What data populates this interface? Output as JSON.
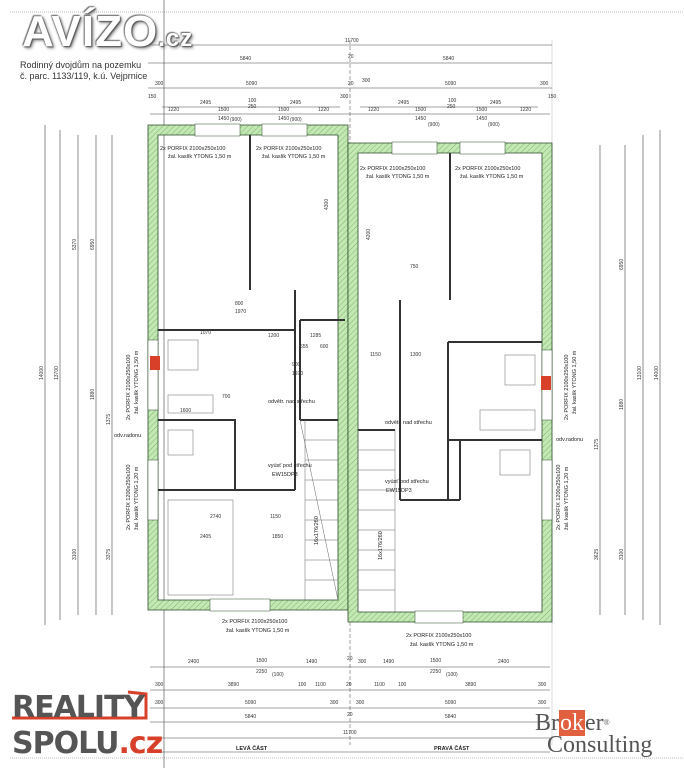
{
  "header": {
    "logo_main": "AVÍZO",
    "logo_suffix": ".cz",
    "subtitle_line1": "Rodinný dvojdům na pozemku",
    "subtitle_line2": "č. parc. 1133/119, k.ú. Vejprnice"
  },
  "dimensions": {
    "top_total": "11700",
    "top_halves": [
      "5840",
      "20",
      "5840"
    ],
    "top_row3": [
      "150",
      "300",
      "5090",
      "300",
      "20",
      "300",
      "5090",
      "300",
      "150"
    ],
    "top_row4": [
      "2495",
      "100",
      "2495",
      "2495",
      "100",
      "2495"
    ],
    "top_row5": [
      "1220",
      "1500",
      "1450",
      "(900)",
      "250",
      "1500",
      "1450",
      "(900)",
      "1220",
      "1220",
      "1500",
      "1450",
      "(900)",
      "250",
      "1500",
      "1450",
      "(900)",
      "1220"
    ],
    "bottom_row1": [
      "2400",
      "1500",
      "2250",
      "(100)",
      "1490",
      "20",
      "300",
      "1490",
      "1500",
      "2250",
      "(100)",
      "2400"
    ],
    "bottom_row2": [
      "300",
      "3890",
      "100",
      "1100",
      "20",
      "1100",
      "100",
      "3890",
      "300"
    ],
    "bottom_row3": [
      "300",
      "5090",
      "300",
      "300",
      "5090",
      "300"
    ],
    "bottom_row4": [
      "5840",
      "20",
      "5840"
    ],
    "bottom_total": "11700",
    "left_side": [
      "14000",
      "13700",
      "5370",
      "6950",
      "1880",
      "1375",
      "3100",
      "3375"
    ],
    "right_side": [
      "14000",
      "13100",
      "6950",
      "1880",
      "1375",
      "3625",
      "3100"
    ],
    "interior": [
      "800",
      "1970",
      "1200",
      "1285",
      "655",
      "600",
      "900",
      "1970",
      "1070",
      "700",
      "1600",
      "2740",
      "1150",
      "2405",
      "1850",
      "750",
      "1300",
      "1150",
      "4200",
      "4300"
    ]
  },
  "labels": {
    "window_top": "2x PORFIX 2100x250x100",
    "window_sub": "žal. kaslík YTONG 1,50 m",
    "window_side_a": "2x PORFIX 2100x250x100",
    "window_side_sub": "žal. kaslík YTONG 1,50 m",
    "window_side_b": "2x PORFIX 1200x250x100",
    "window_side_b_sub": "žal. kaslík YTONG 1,20 m",
    "vent": "odvětr. nad střechu",
    "outlet": "vyúsť pod střechu",
    "ew": "EW15DP3",
    "radon": "odv.radonu",
    "stairs": "16x176/260"
  },
  "footer": {
    "left_part": "LEVÁ ČÁST",
    "right_part": "PRAVÁ ČÁST",
    "reality_line1": "REALITY",
    "reality_line2": "SPOLU",
    "reality_suffix": ".cz",
    "broker_b": "Br",
    "broker_ok": "ok",
    "broker_er": "er",
    "broker_reg": "®",
    "broker_line2": "Consulting"
  },
  "colors": {
    "wall": "#b8e0a8",
    "accent": "#d8402a",
    "window": "#3a7bd5"
  }
}
